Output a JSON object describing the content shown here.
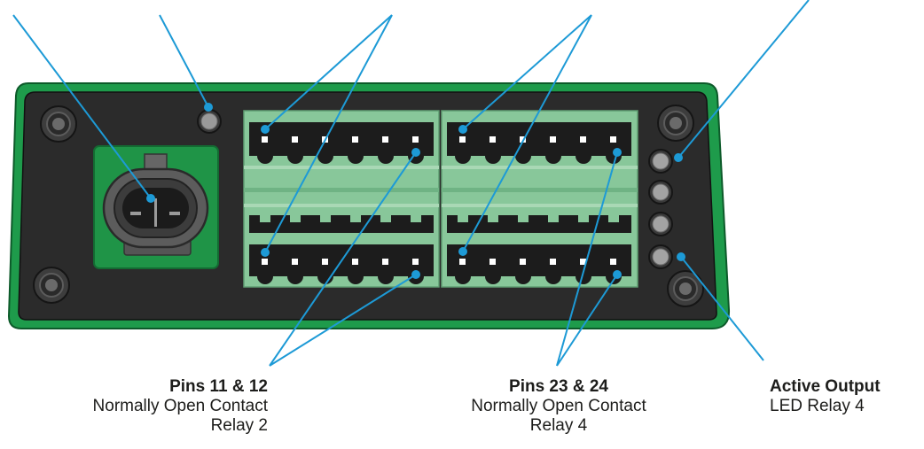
{
  "callouts": {
    "pins_11_12": {
      "title": "Pins 11 & 12",
      "line1": "Normally Open Contact",
      "line2": "Relay 2"
    },
    "pins_23_24": {
      "title": "Pins 23 & 24",
      "line1": "Normally Open Contact",
      "line2": "Relay 4"
    },
    "active_output": {
      "title": "Active Output",
      "line1": "LED Relay 4"
    }
  },
  "colors": {
    "enclosure_green": "#1e9b4b",
    "panel_dark": "#2b2b2b",
    "terminal_green": "#88c79a",
    "connector_pcb_green": "#1f9447",
    "leader_line_blue": "#1d9ad6",
    "label_text": "#1d1d1b"
  }
}
